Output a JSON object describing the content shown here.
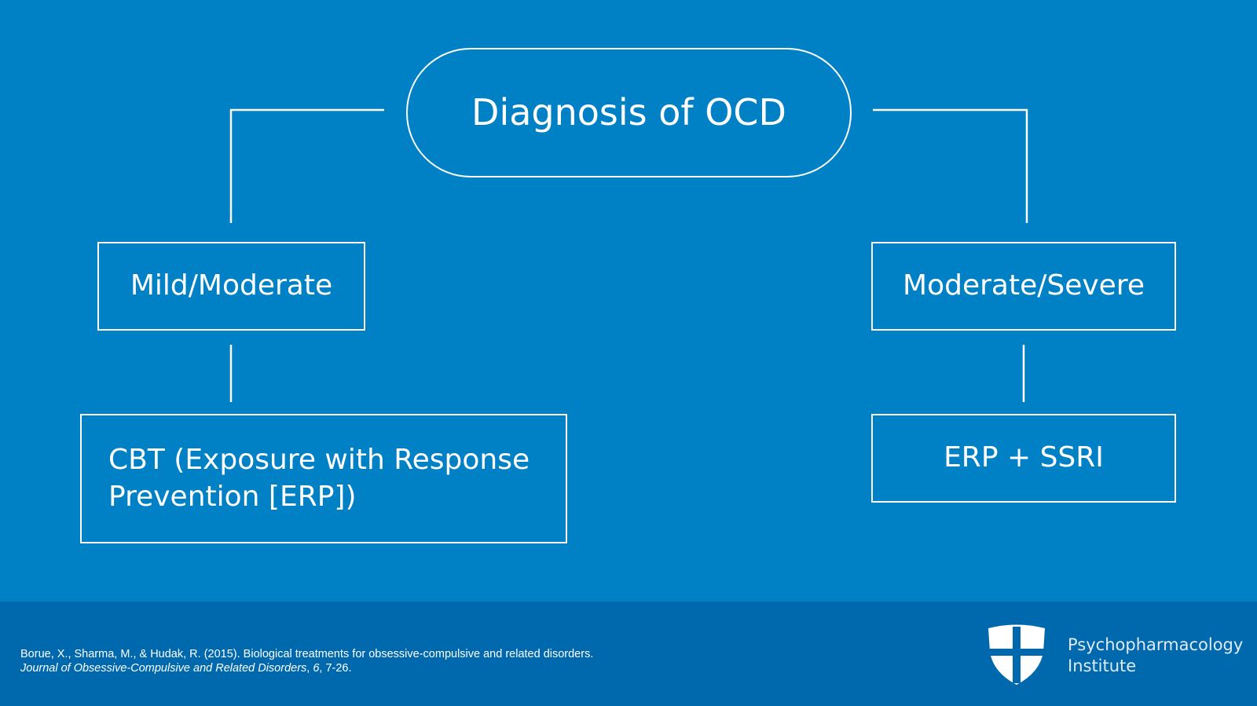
{
  "diagram": {
    "root": "Diagnosis of OCD",
    "branches": [
      {
        "label": "Mild/Moderate",
        "treatment_lines": [
          "CBT (Exposure with Response",
          "Prevention [ERP])"
        ]
      },
      {
        "label": "Moderate/Severe",
        "treatment_lines": [
          "ERP + SSRI"
        ]
      }
    ]
  },
  "footer": {
    "citation_part1": "Borue, X., Sharma, M., & Hudak, R. (2015). Biological treatments for obsessive-compulsive and related disorders. ",
    "citation_journal": "Journal of Obsessive-Compulsive and Related Disorders",
    "citation_sep": ", ",
    "citation_volume": "6",
    "citation_pages": ", 7-26.",
    "brand_line1": "Psychopharmacology",
    "brand_line2": "Institute",
    "logo_icon": "shield-cross-icon"
  },
  "colors": {
    "background": "#0181c5",
    "footer_background": "#0069ad",
    "stroke": "#ffffff"
  }
}
